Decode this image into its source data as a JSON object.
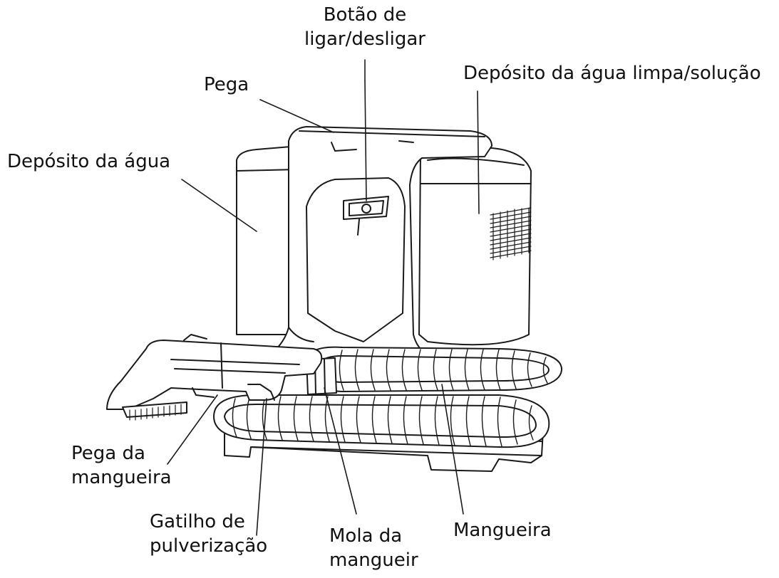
{
  "diagram": {
    "labels": {
      "power_button": {
        "line1": "Botão de",
        "line2": "ligar/desligar"
      },
      "handle": "Pega",
      "clean_tank": "Depósito da água limpa/solução",
      "water_tank": "Depósito da água",
      "hose_handle": {
        "line1": "Pega da",
        "line2": "mangueira"
      },
      "spray_trigger": {
        "line1": "Gatilho de",
        "line2": "pulverização"
      },
      "hose_spring": {
        "line1": "Mola da",
        "line2": "mangueir"
      },
      "hose": "Mangueira"
    },
    "colors": {
      "line": "#1a1a1a",
      "fill": "#ffffff",
      "shade": "#e9e9e9"
    }
  }
}
